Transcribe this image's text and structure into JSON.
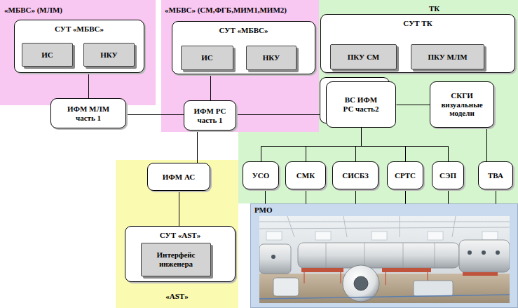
{
  "diagram": {
    "nodes": [
      {
        "text": [
          "«МБВС» (МЛМ)"
        ]
      },
      {
        "text": [
          "СУТ «МБВС»"
        ],
        "in": 0
      },
      {
        "text": [
          "ИС"
        ],
        "in": 1
      },
      {
        "text": [
          "НКУ"
        ],
        "in": 1
      },
      {
        "text": [
          "«МБВС» (СМ,ФГБ,МИМ1,МИМ2)"
        ]
      },
      {
        "text": [
          "СУТ «МБВС»"
        ],
        "in": 4
      },
      {
        "text": [
          "ИС"
        ],
        "in": 5
      },
      {
        "text": [
          "НКУ"
        ],
        "in": 5
      },
      {
        "text": [
          "ТК"
        ]
      },
      {
        "text": [
          "СУТ ТК"
        ],
        "in": 8
      },
      {
        "text": [
          "ПКУ СМ"
        ],
        "in": 9
      },
      {
        "text": [
          "ПКУ МЛМ"
        ],
        "in": 9
      },
      {
        "text": [
          "ИФМ МЛМ часть 1"
        ]
      },
      {
        "text": [
          "ИФМ РС часть 1"
        ],
        "in": 4
      },
      {
        "text": [
          "ВС ИФМ РС часть2"
        ],
        "in": 8
      },
      {
        "text": [
          "СКГИ визуальные модели"
        ],
        "in": 8
      },
      {
        "text": [
          "«AST»"
        ]
      },
      {
        "text": [
          "ИФМ АС"
        ],
        "in": 16
      },
      {
        "text": [
          "СУТ «AST»"
        ],
        "in": 16
      },
      {
        "text": [
          "Интерфейс инженера"
        ],
        "in": 18
      },
      {
        "text": [
          "УСО"
        ],
        "in": 8
      },
      {
        "text": [
          "СМК"
        ],
        "in": 8
      },
      {
        "text": [
          "СИСБЗ"
        ],
        "in": 8
      },
      {
        "text": [
          "СРТС"
        ],
        "in": 8
      },
      {
        "text": [
          "СЭП"
        ],
        "in": 8
      },
      {
        "text": [
          "ТВА"
        ],
        "in": 8
      },
      {
        "text": [
          "РМО"
        ]
      }
    ],
    "edges": [
      {
        "from": 1,
        "to": 12,
        "arrow": "none"
      },
      {
        "from": 12,
        "to": 13,
        "arrow": "none"
      },
      {
        "from": 5,
        "to": 13,
        "arrow": "none"
      },
      {
        "from": 13,
        "to": 14,
        "arrow": "none"
      },
      {
        "from": 13,
        "to": 17,
        "arrow": "none"
      },
      {
        "from": 17,
        "to": 18,
        "arrow": "none"
      },
      {
        "from": 14,
        "to": 15,
        "arrow": "none"
      },
      {
        "from": 14,
        "to": 20,
        "arrow": "none"
      },
      {
        "from": 14,
        "to": 21,
        "arrow": "none"
      },
      {
        "from": 14,
        "to": 22,
        "arrow": "none"
      },
      {
        "from": 14,
        "to": 23,
        "arrow": "none"
      },
      {
        "from": 14,
        "to": 24,
        "arrow": "none"
      },
      {
        "from": 15,
        "to": 25,
        "arrow": "none"
      },
      {
        "from": 20,
        "to": 26,
        "arrow": "none"
      },
      {
        "from": 21,
        "to": 26,
        "arrow": "none"
      },
      {
        "from": 22,
        "to": 26,
        "arrow": "none"
      },
      {
        "from": 23,
        "to": 26,
        "arrow": "none"
      },
      {
        "from": 24,
        "to": 26,
        "arrow": "none"
      },
      {
        "from": 25,
        "to": 26,
        "arrow": "none"
      }
    ]
  }
}
